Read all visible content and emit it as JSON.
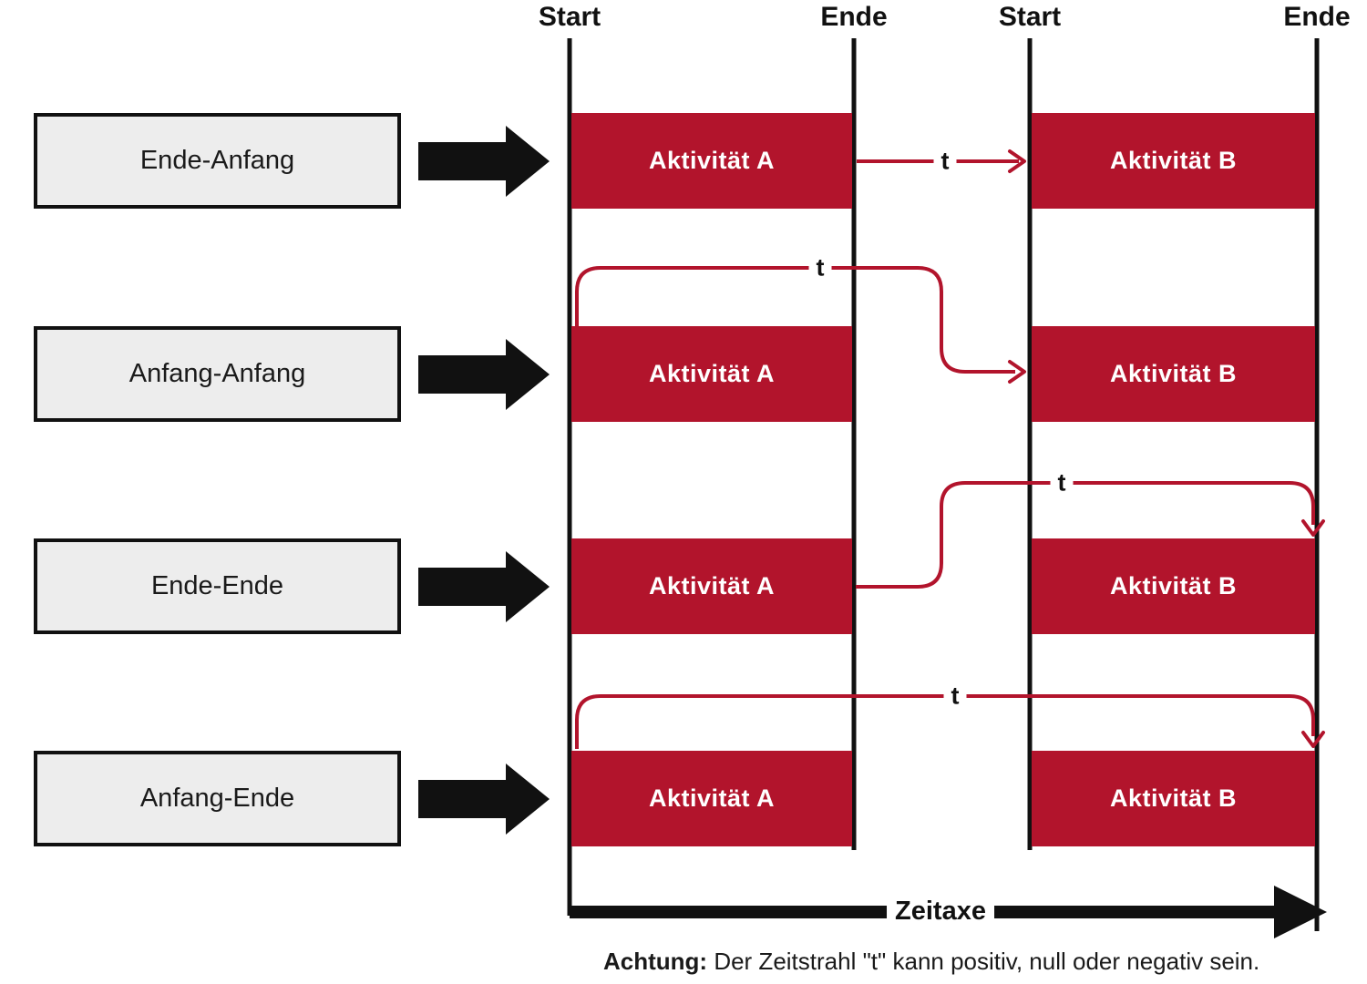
{
  "palette": {
    "red": "#B2142C",
    "black": "#111111",
    "box_bg": "#EDEDED",
    "text_on_red": "#FFFFFF",
    "page_bg": "#FFFFFF"
  },
  "timeline": {
    "col_labels": [
      "Start",
      "Ende",
      "Start",
      "Ende"
    ],
    "axis_label": "Zeitaxe"
  },
  "rows": [
    {
      "type_label": "Ende-Anfang",
      "activity_a": "Aktivität A",
      "activity_b": "Aktivität B",
      "lag_label": "t"
    },
    {
      "type_label": "Anfang-Anfang",
      "activity_a": "Aktivität A",
      "activity_b": "Aktivität B",
      "lag_label": "t"
    },
    {
      "type_label": "Ende-Ende",
      "activity_a": "Aktivität A",
      "activity_b": "Aktivität B",
      "lag_label": "t"
    },
    {
      "type_label": "Anfang-Ende",
      "activity_a": "Aktivität A",
      "activity_b": "Aktivität B",
      "lag_label": "t"
    }
  ],
  "footnote": {
    "prefix": "Achtung:",
    "text": " Der Zeitstrahl \"t\" kann positiv, null oder negativ sein."
  }
}
